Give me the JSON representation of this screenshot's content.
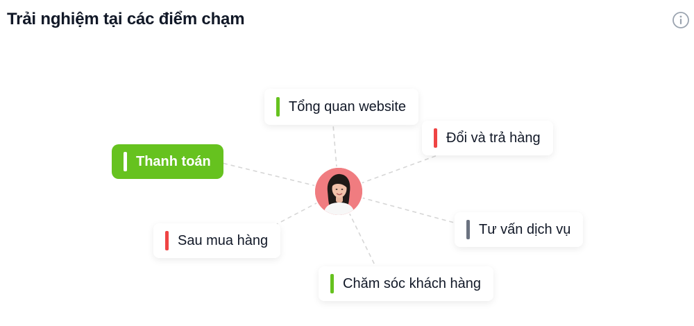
{
  "header": {
    "title": "Trải nghiệm tại các điểm chạm",
    "info_icon": "info-icon"
  },
  "center": {
    "avatar_icon": "person-avatar",
    "avatar_bg": "#f07c80"
  },
  "touchpoints": [
    {
      "id": "tong-quan-website",
      "label": "Tổng quan website",
      "status_color": "#66c21f",
      "active": false
    },
    {
      "id": "doi-va-tra-hang",
      "label": "Đổi và trả hàng",
      "status_color": "#ef4444",
      "active": false
    },
    {
      "id": "thanh-toan",
      "label": "Thanh toán",
      "status_color": "#ffffff",
      "active": true,
      "active_bg": "#66c21f"
    },
    {
      "id": "tu-van-dich-vu",
      "label": "Tư vấn dịch vụ",
      "status_color": "#6b7280",
      "active": false
    },
    {
      "id": "sau-mua-hang",
      "label": "Sau mua hàng",
      "status_color": "#ef4444",
      "active": false
    },
    {
      "id": "cham-soc-khach-hang",
      "label": "Chăm sóc khách hàng",
      "status_color": "#66c21f",
      "active": false
    }
  ]
}
